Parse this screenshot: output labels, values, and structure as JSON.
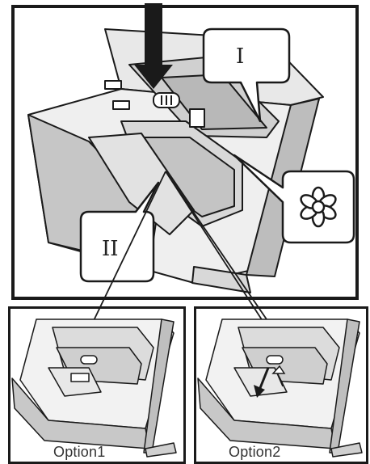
{
  "main": {
    "callout_I": "I",
    "callout_II": "II",
    "softener_icon": "flower-icon"
  },
  "options": [
    {
      "label": "Option1"
    },
    {
      "label": "Option2"
    }
  ],
  "colors": {
    "line": "#1a1a1a",
    "shade": "#c8c8c8",
    "light_shade": "#e6e6e6"
  }
}
